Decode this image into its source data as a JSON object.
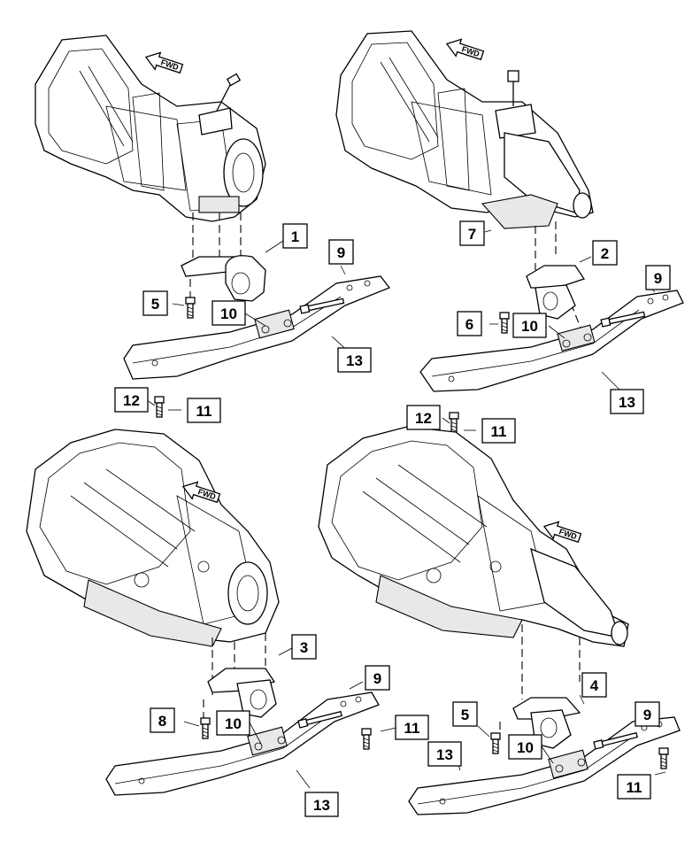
{
  "fwd_label": "FWD",
  "callouts": {
    "c1": "1",
    "c2": "2",
    "c3": "3",
    "c4": "4",
    "c5a": "5",
    "c5b": "5",
    "c6": "6",
    "c7": "7",
    "c8": "8",
    "c9a": "9",
    "c9b": "9",
    "c9c": "9",
    "c9d": "9",
    "c10a": "10",
    "c10b": "10",
    "c10c": "10",
    "c10d": "10",
    "c11a": "11",
    "c11b": "11",
    "c11c": "11",
    "c11d": "11",
    "c12a": "12",
    "c12b": "12",
    "c13a": "13",
    "c13b": "13",
    "c13c": "13",
    "c13d": "13"
  }
}
